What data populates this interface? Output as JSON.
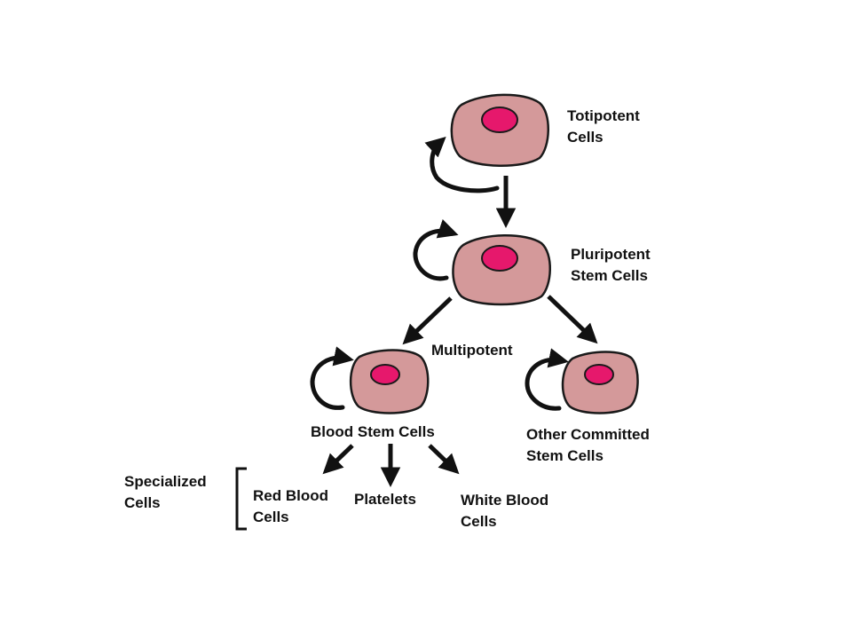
{
  "colors": {
    "cell_fill": "#d4999a",
    "cell_outline": "#1a1a1a",
    "nucleus_fill": "#e6186c",
    "arrow": "#111111",
    "text": "#111111"
  },
  "labels": {
    "totipotent": [
      "Totipotent",
      "Cells"
    ],
    "pluripotent": [
      "Pluripotent",
      "Stem Cells"
    ],
    "multipotent": "Multipotent",
    "blood_stem": "Blood Stem Cells",
    "other_committed": [
      "Other Committed",
      "Stem Cells"
    ],
    "specialized": [
      "Specialized",
      "Cells"
    ],
    "red_blood": [
      "Red Blood",
      "Cells"
    ],
    "platelets": "Platelets",
    "white_blood": [
      "White Blood",
      "Cells"
    ]
  }
}
